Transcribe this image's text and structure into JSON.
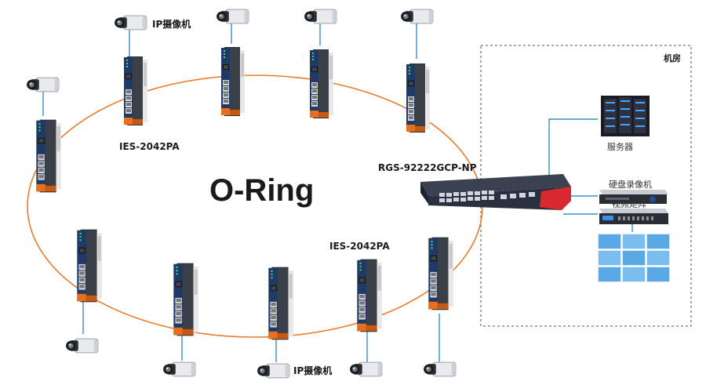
{
  "title": "O-Ring",
  "labels": {
    "ip_camera_top": "IP摄像机",
    "ip_camera_bottom": "IP摄像机",
    "switch_model_top": "IES-2042PA",
    "switch_model_bottom": "IES-2042PA",
    "core_switch": "RGS-92222GCP-NP",
    "machine_room": "机房",
    "server": "服务器",
    "nvr": "硬盘录像机",
    "video_matrix": "视频矩阵"
  },
  "colors": {
    "ring": "#ea7a2c",
    "link": "#3a8fc7",
    "switch_body": "#2a2d34",
    "switch_front": "#1f3a66",
    "switch_bottom": "#e86f1e",
    "video_wall": "#5aa9e6"
  }
}
